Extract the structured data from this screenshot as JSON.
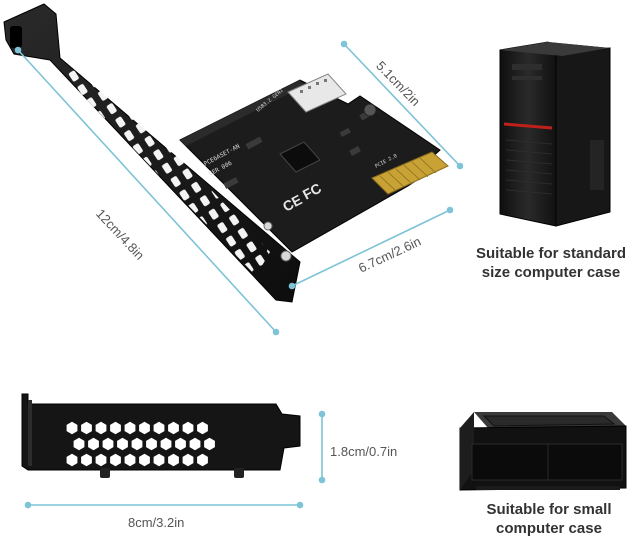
{
  "dimensions": {
    "bracket_length": "12cm/4.8in",
    "board_height": "5.1cm/2in",
    "board_width": "6.7cm/2.6in",
    "low_bracket_height": "1.8cm/0.7in",
    "low_bracket_length": "8cm/3.2in"
  },
  "captions": {
    "standard": [
      "Suitable for standard",
      "size computer case"
    ],
    "small": [
      "Suitable for small",
      "computer case"
    ]
  },
  "board_markings": {
    "model": "PCE6ASET-AN",
    "version": "VER 006",
    "port": "USB3.2 GEN1",
    "bus": "PCIE 2.0",
    "ce": "CE",
    "fc": "FC"
  },
  "colors": {
    "dimension_line": "#7ec3d6",
    "board": "#1c1c1c",
    "gold": "#c9a235",
    "tower_red": "#c0201a"
  }
}
